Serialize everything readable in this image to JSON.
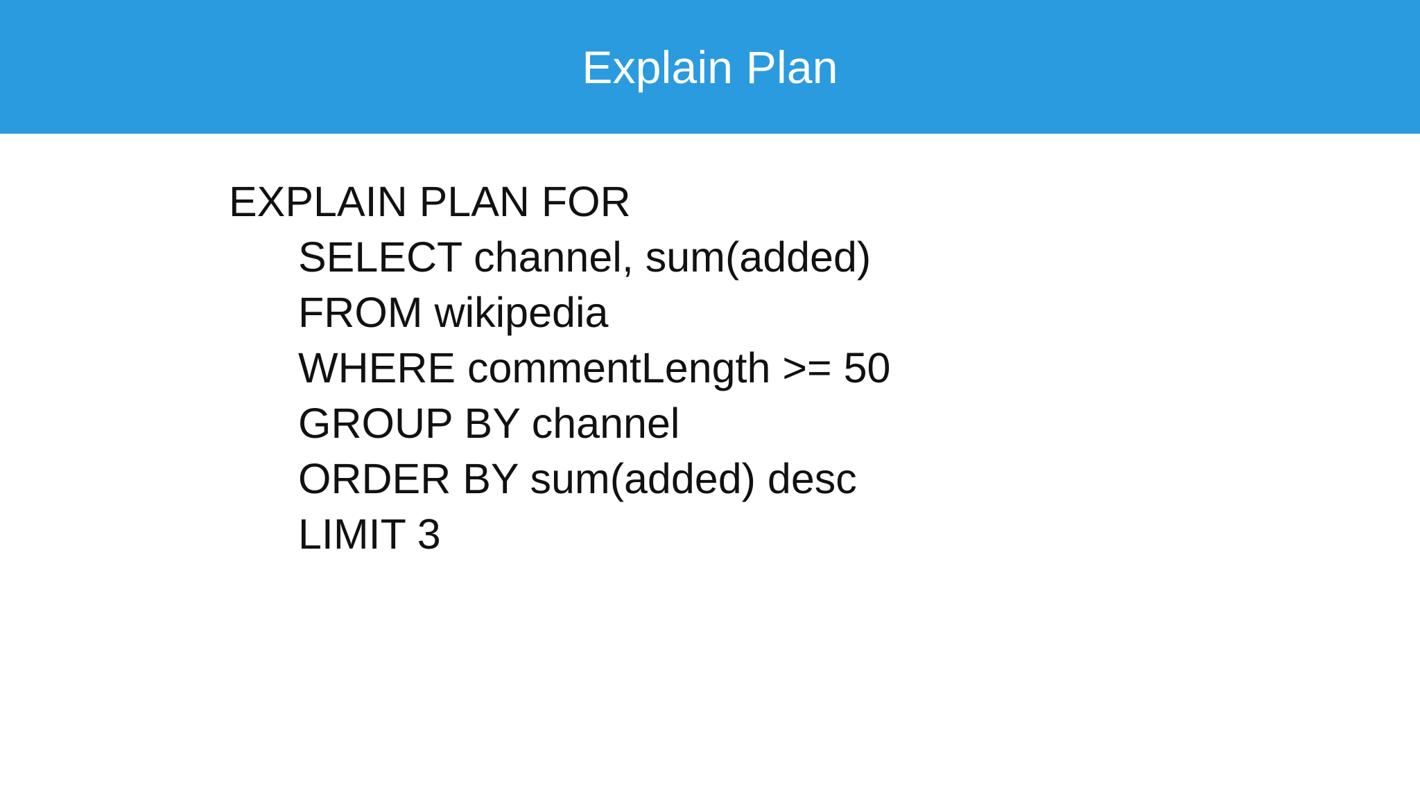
{
  "slide": {
    "title": "Explain Plan",
    "header_color": "#2a9bde",
    "title_color": "#ffffff",
    "background_color": "#ffffff",
    "body_text_color": "#111111"
  },
  "code": {
    "language": "sql",
    "lines": [
      {
        "text": "EXPLAIN PLAN FOR",
        "indent": 0
      },
      {
        "text": "SELECT channel, sum(added)",
        "indent": 1
      },
      {
        "text": "FROM wikipedia",
        "indent": 1
      },
      {
        "text": "WHERE commentLength >= 50",
        "indent": 1
      },
      {
        "text": "GROUP BY channel",
        "indent": 1
      },
      {
        "text": "ORDER BY sum(added) desc",
        "indent": 1
      },
      {
        "text": "LIMIT 3",
        "indent": 1
      }
    ]
  }
}
